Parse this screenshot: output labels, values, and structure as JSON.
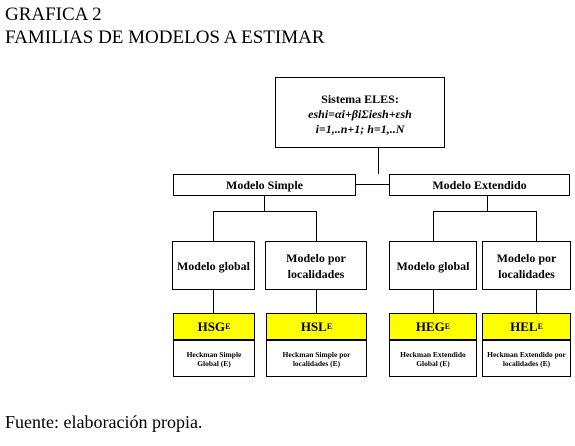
{
  "header": {
    "line1": "GRAFICA 2",
    "line2": "FAMILIAS DE MODELOS A ESTIMAR"
  },
  "root": {
    "title": "Sistema ELES:",
    "formula1": "eshi=αi+βiΣiesh+εsh",
    "formula2": "i=1,..n+1;     h=1,..N"
  },
  "level1": {
    "simple": "Modelo Simple",
    "extended": "Modelo Extendido"
  },
  "level2": [
    {
      "label": "Modelo global"
    },
    {
      "label": "Modelo por localidades"
    },
    {
      "label": "Modelo global"
    },
    {
      "label": "Modelo por localidades"
    }
  ],
  "codes": [
    {
      "base": "HSG",
      "sup": "E"
    },
    {
      "base": "HSL",
      "sup": "E"
    },
    {
      "base": "HEG",
      "sup": "E"
    },
    {
      "base": "HEL",
      "sup": "E"
    }
  ],
  "descriptions": [
    "Heckman Simple Global (E)",
    "Heckman Simple por localidades (E)",
    "Heckman Extendido Global (E)",
    "Heckman Extendido por localidades (E)"
  ],
  "colors": {
    "highlight": "#ffff00",
    "border": "#000000"
  },
  "footer": "Fuente:  elaboración propia."
}
